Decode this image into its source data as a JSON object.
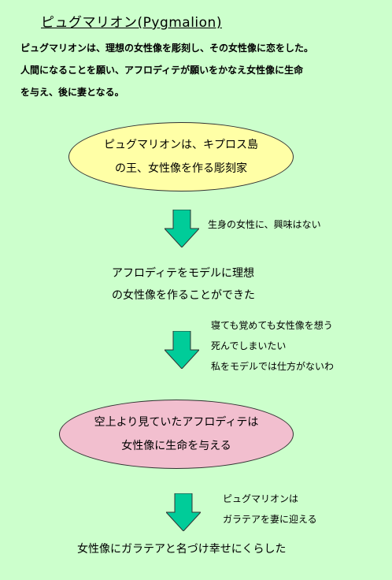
{
  "title": "ピュグマリオン(Pygmalion)",
  "intro": [
    "ピュグマリオンは、理想の女性像を彫刻し、その女性像に恋をした。",
    "人間になることを願い、アフロディテが願いをかなえ女性像に生命",
    "を与え、後に妻となる。"
  ],
  "ellipse1": [
    "ピュグマリオンは、キプロス島",
    "の王、女性像を作る彫刻家"
  ],
  "arrow1_note": [
    "生身の女性に、興味はない"
  ],
  "step2": [
    "アフロディテをモデルに理想",
    "の女性像を作ることができた"
  ],
  "arrow2_note": [
    "寝ても覚めても女性像を想う",
    "死んでしまいたい",
    "私をモデルでは仕方がないわ"
  ],
  "ellipse2": [
    "空上より見ていたアフロディテは",
    "女性像に生命を与える"
  ],
  "arrow3_note": [
    "ピュグマリオンは",
    "ガラテアを妻に迎える"
  ],
  "final": "女性像にガラテアと名づけ幸せにくらした",
  "colors": {
    "background": "#ccffcc",
    "ellipse1_fill": "#ffffa6",
    "ellipse2_fill": "#f2bfcf",
    "arrow_fill": "#00cc99"
  }
}
